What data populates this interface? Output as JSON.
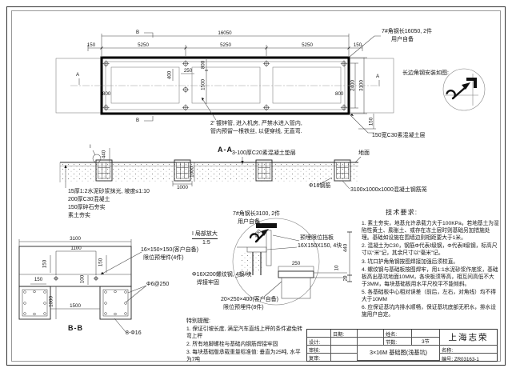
{
  "plan": {
    "dims": {
      "total": "16050",
      "end_left": "150",
      "bay1": "5250",
      "bay2": "5250",
      "bay3": "5250",
      "end_right": "150",
      "d400": "400",
      "d250": "250",
      "d800_top": "800",
      "d1500": "1500",
      "d800_left": "800",
      "d800_right": "800",
      "d2400": "2400",
      "d3100": "3100",
      "d150_side": "150"
    },
    "markers": {
      "b_top": "B",
      "b_bottom": "B",
      "a_left": "A",
      "a_right": "A"
    },
    "labels": {
      "angle_steel_1": "7#角钢长16050, 2件",
      "angle_steel_2": "用户自备",
      "long_edge_install": "长边角钢安装如图:",
      "concrete_edge": "150宽C30素混凝土层",
      "pipe_note_1": "2′ 镀锌管, 进入机房, 严禁水进入管内,",
      "pipe_note_2": "管内预留一根铁丝, 以便穿线, 无直弯."
    }
  },
  "section_aa": {
    "title": "A-A",
    "labels": {
      "cushion": "3-100厚C20素混凝土垫层",
      "ground": "地面",
      "rebar": "Φ16钢筋",
      "cage": "3100x1000x1000混凝土钢筋笼",
      "detail_mark": "I"
    },
    "dims": {
      "d440": "440",
      "d1000_v": "1000",
      "d1000_h": "1000"
    },
    "notes": [
      "15厚1:2水泥砂浆抹光, 坡度≤1:10",
      "200厚C30混凝土",
      "150厚碎石夯实",
      "素土夯实"
    ]
  },
  "detail_i": {
    "title_1": "I 局部放大",
    "title_2": "1:5",
    "labels": {
      "angle_1": "7#角钢长3100, 2件",
      "angle_2": "用户自备",
      "plate_1": "预埋限位挡板",
      "plate_2": "16X150X150, 4块",
      "rod_1": "Φ16X200螺纹钢, 4根/块",
      "rod_2": "焊接牢固",
      "embed_1": "20×250×400(客户自备)",
      "embed_2": "限位预埋件(8件)"
    },
    "dims": {
      "d200": "200",
      "d250": "250",
      "d10": "10",
      "d440": "440",
      "d20": "20"
    }
  },
  "section_bb": {
    "title": "B-B",
    "labels": {
      "embed_1": "16×150×150(客户自备)",
      "embed_2": "限位预埋件(4件)",
      "stirrup": "Φ6@250",
      "rebar": "8-Φ16"
    },
    "dims": {
      "d3100": "3100",
      "d1100": "1100",
      "d150_a": "150",
      "d150_b": "150",
      "d150_c": "150",
      "d100": "100",
      "d1000": "1000",
      "d1500": "1500"
    }
  },
  "tech_requirements": {
    "title": "技术要求:",
    "items": [
      "1. 素土夯实，地基允许承载力大于100KPa，若地基土为湿陷性黄土、膨胀土、或存在冻土层时则基础另加措施处理。基础如设施在围墙边则相距要大于1米。",
      "2. 混凝土为C30，钢筋Φ代表Ⅰ级钢，Φ代表Ⅱ级钢，标高尺寸以“米”记，其余尺寸以“毫米”记。",
      "3. 坑口护角角钢按图焊接加强后须校直。",
      "4. 螺纹钢与基础板按图焊牢，用1:1水泥砂浆作底浆，基础板高出基坑地面10MM，各块板须等高，相互间高低不大于3MM，每块基础板用水平尺校平不能倾斜。",
      "5. 各基础板中心相对误差（前后，左右，对角线）均不得大于10MM",
      "6. 应保证基坑内排水顺畅，保证基坑底部无积水，排水设施用户自定。"
    ]
  },
  "special_notes": {
    "title": "特别提醒:",
    "items": [
      "1. 保证引坡长度, 满足汽车直线上秤的条件避免转弯上秤",
      "2. 所有地脚螺栓与基础内钢筋焊接牢固",
      "3. 每块基础版承载重量标准值: 垂直为25吨, 水平为7吨"
    ]
  },
  "title_block": {
    "date_label": "日期:",
    "name_label": "姓名:",
    "design_label": "设计:",
    "sections_label": "节数:",
    "sections_value": "3节",
    "review_label": "审核:",
    "recheck_label": "复审:",
    "drawing_title": "3×16M 基础图(浅基坑)",
    "company": "上海志荣",
    "name_field_label": "名称:",
    "number_text": "编号: ZR03163-1"
  }
}
